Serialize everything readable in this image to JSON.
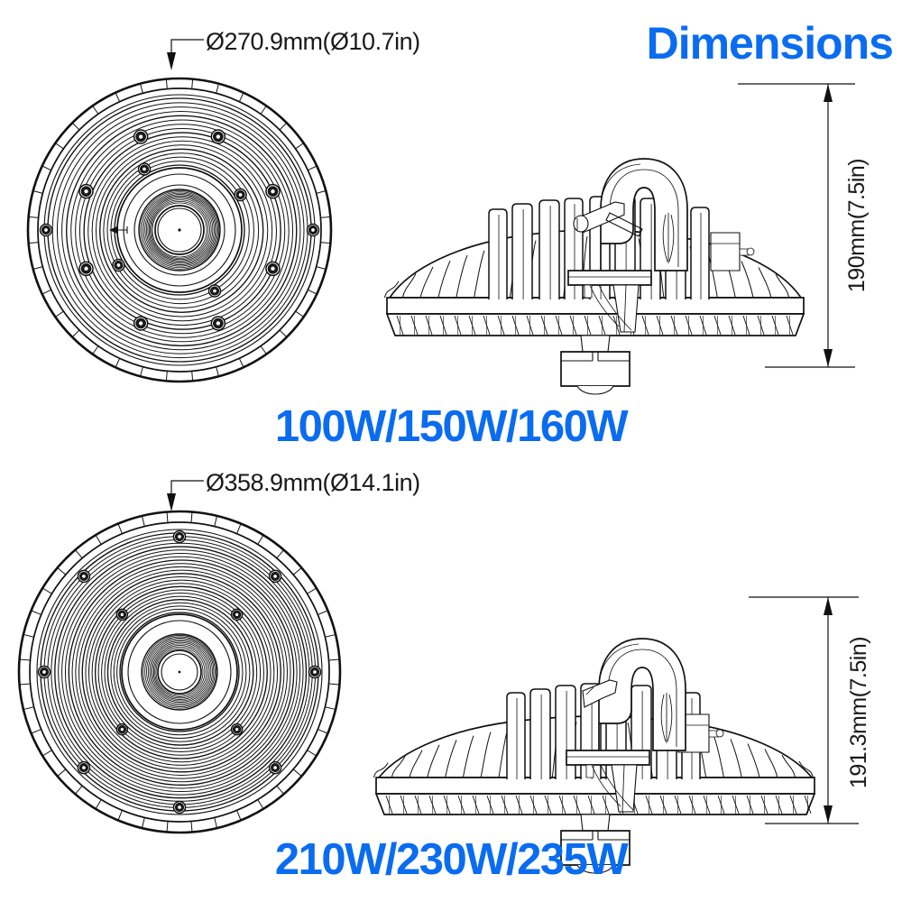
{
  "page": {
    "background_color": "#ffffff",
    "line_color": "#111111",
    "accent_color": "#0a6cf0",
    "title": "Dimensions"
  },
  "products": [
    {
      "id": "small",
      "watt_label": "100W/150W/160W",
      "diameter_label": "Ø270.9mm(Ø10.7in)",
      "height_label": "190mm(7.5in)",
      "top_view_name": "top-view-100w",
      "side_view_name": "side-view-100w",
      "fin_ring_count": 17,
      "outer_notch_count": 36,
      "screw_boss_count": 10
    },
    {
      "id": "large",
      "watt_label": "210W/230W/235W",
      "diameter_label": "Ø358.9mm(Ø14.1in)",
      "height_label": "191.3mm(7.5in)",
      "top_view_name": "top-view-210w",
      "side_view_name": "side-view-210w",
      "fin_ring_count": 25,
      "outer_notch_count": 40,
      "screw_boss_count": 12
    }
  ],
  "icons": {
    "leader_arrow": "arrow-down-icon",
    "dimension_arrow_up": "arrow-up-icon",
    "dimension_arrow_down": "arrow-down-icon",
    "orientation_marker": "left-arrow-marker-icon"
  }
}
